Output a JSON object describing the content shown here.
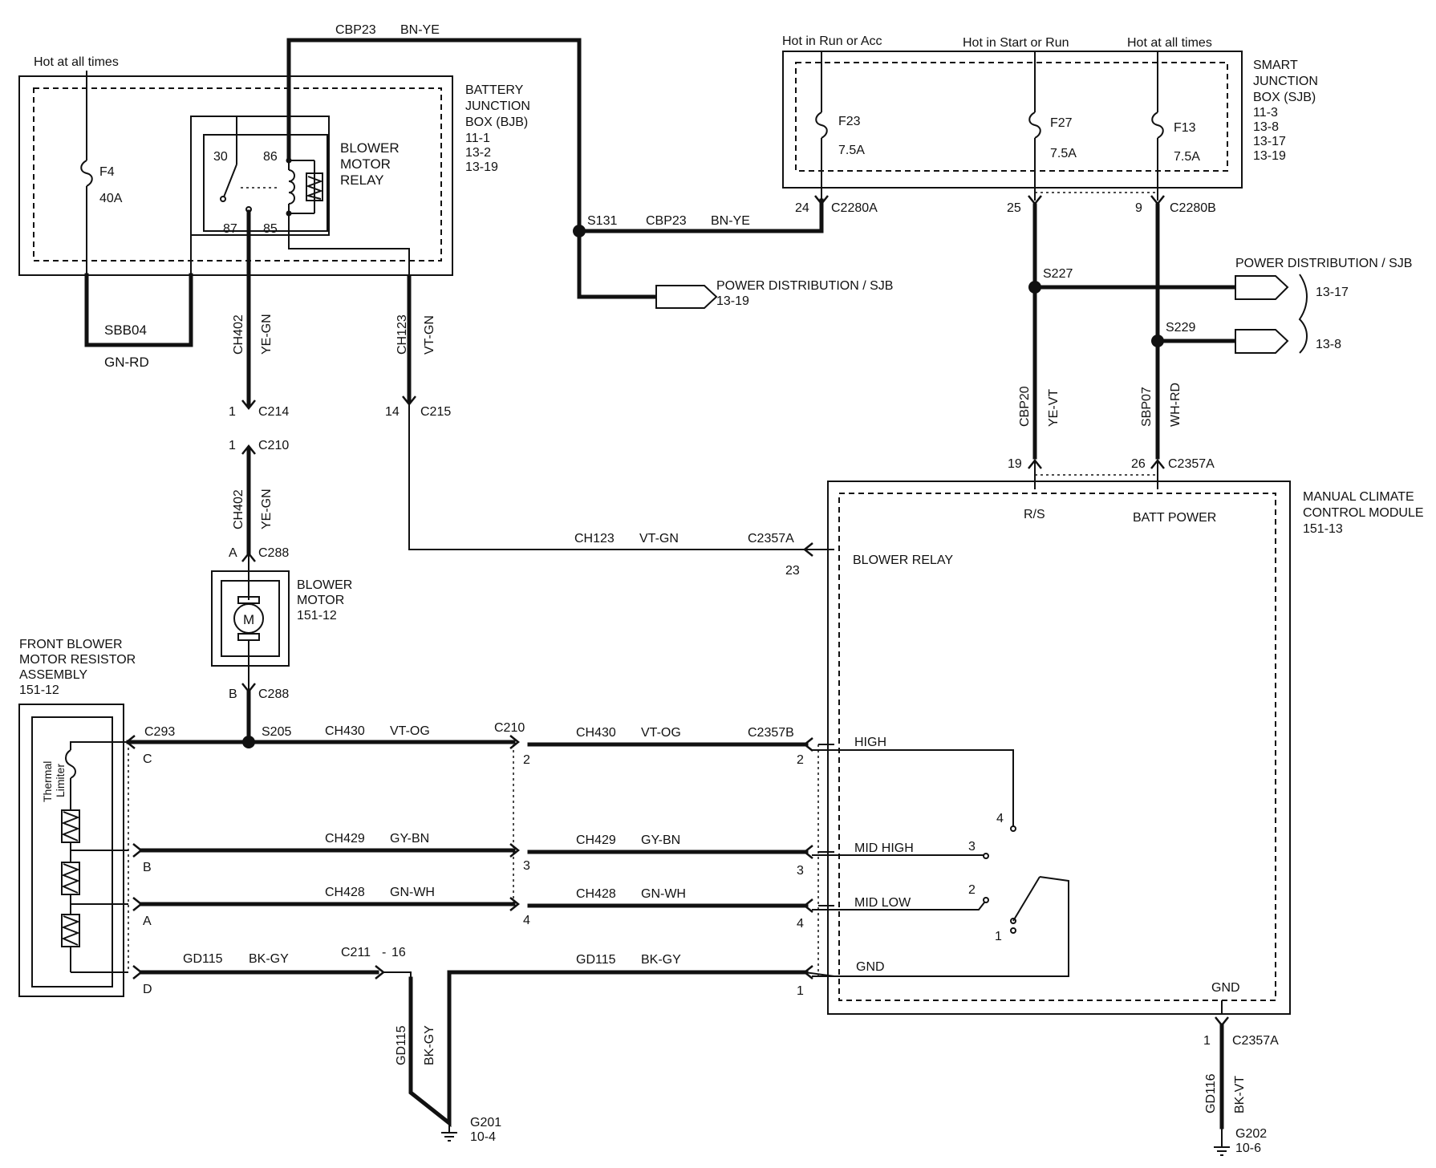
{
  "modules": {
    "bjb": {
      "name": [
        "BATTERY",
        "JUNCTION",
        "BOX (BJB)"
      ],
      "refs": [
        "11-1",
        "13-2",
        "13-19"
      ]
    },
    "sjb": {
      "name": [
        "SMART",
        "JUNCTION",
        "BOX (SJB)"
      ],
      "refs": [
        "11-3",
        "13-8",
        "13-17",
        "13-19"
      ]
    },
    "blower_motor_relay": {
      "name": [
        "BLOWER",
        "MOTOR",
        "RELAY"
      ],
      "pins": [
        "30",
        "86",
        "87",
        "85"
      ]
    },
    "blower_motor": {
      "name": [
        "BLOWER",
        "MOTOR"
      ],
      "ref": "151-12",
      "symbol": "M"
    },
    "resistor_assembly": {
      "name": [
        "FRONT BLOWER",
        "MOTOR RESISTOR",
        "ASSEMBLY"
      ],
      "ref": "151-12",
      "thermal_limiter": [
        "Thermal",
        "Limiter"
      ]
    },
    "climate_module": {
      "name": [
        "MANUAL CLIMATE",
        "CONTROL MODULE"
      ],
      "ref": "151-13",
      "inputs": [
        "R/S",
        "BATT POWER",
        "BLOWER RELAY",
        "HIGH",
        "MID HIGH",
        "MID LOW",
        "GND",
        "GND"
      ],
      "switch_positions": [
        "4",
        "3",
        "2",
        "1"
      ]
    }
  },
  "power_notes": {
    "hot_at_all_times_bjb": "Hot at all times",
    "hot_run_acc": "Hot in Run or Acc",
    "hot_start_run": "Hot in Start or Run",
    "hot_at_all_times_sjb": "Hot at all times"
  },
  "fuses": [
    {
      "id": "F4",
      "rating": "40A"
    },
    {
      "id": "F23",
      "rating": "7.5A"
    },
    {
      "id": "F27",
      "rating": "7.5A"
    },
    {
      "id": "F13",
      "rating": "7.5A"
    }
  ],
  "wires": {
    "cbp23_top": {
      "circuit": "CBP23",
      "color": "BN-YE"
    },
    "cbp23_s131": {
      "circuit": "CBP23",
      "color": "BN-YE"
    },
    "sbb04": {
      "circuit": "SBB04",
      "color": "GN-RD"
    },
    "ch402_upper": {
      "circuit": "CH402",
      "color": "YE-GN"
    },
    "ch402_lower": {
      "circuit": "CH402",
      "color": "YE-GN"
    },
    "ch123_vertical": {
      "circuit": "CH123",
      "color": "VT-GN"
    },
    "ch123_horizontal": {
      "circuit": "CH123",
      "color": "VT-GN"
    },
    "cbp20": {
      "circuit": "CBP20",
      "color": "YE-VT"
    },
    "sbp07": {
      "circuit": "SBP07",
      "color": "WH-RD"
    },
    "ch430_left": {
      "circuit": "CH430",
      "color": "VT-OG"
    },
    "ch430_right": {
      "circuit": "CH430",
      "color": "VT-OG"
    },
    "ch429_left": {
      "circuit": "CH429",
      "color": "GY-BN"
    },
    "ch429_right": {
      "circuit": "CH429",
      "color": "GY-BN"
    },
    "ch428_left": {
      "circuit": "CH428",
      "color": "GN-WH"
    },
    "ch428_right": {
      "circuit": "CH428",
      "color": "GN-WH"
    },
    "gd115_left": {
      "circuit": "GD115",
      "color": "BK-GY"
    },
    "gd115_right": {
      "circuit": "GD115",
      "color": "BK-GY"
    },
    "gd115_vertical": {
      "circuit": "GD115",
      "color": "BK-GY"
    },
    "gd116": {
      "circuit": "GD116",
      "color": "BK-VT"
    }
  },
  "splices": [
    "S131",
    "S227",
    "S229",
    "S205"
  ],
  "connectors": {
    "c2280a": {
      "id": "C2280A",
      "pin": "24"
    },
    "c2280b_25": {
      "pin": "25"
    },
    "c2280b": {
      "id": "C2280B",
      "pin": "9"
    },
    "c214": {
      "id": "C214",
      "pin": "1"
    },
    "c210_top": {
      "id": "C210",
      "pin": "1"
    },
    "c215": {
      "id": "C215",
      "pin": "14"
    },
    "c288_a": {
      "id": "C288",
      "pin": "A"
    },
    "c288_b": {
      "id": "C288",
      "pin": "B"
    },
    "c2357a_19": {
      "pin": "19"
    },
    "c2357a_26": {
      "id": "C2357A",
      "pin": "26"
    },
    "c2357a_23": {
      "id": "C2357A",
      "pin": "23"
    },
    "c2357a_1": {
      "id": "C2357A",
      "pin": "1"
    },
    "c293": {
      "id": "C293",
      "pins": [
        "C",
        "B",
        "A",
        "D"
      ]
    },
    "c210_mid": {
      "id": "C210",
      "pins": [
        "2",
        "3",
        "4"
      ]
    },
    "c2357b": {
      "id": "C2357B",
      "pins": [
        "2",
        "3",
        "4",
        "1"
      ]
    },
    "c211": {
      "id": "C211",
      "sep": "-",
      "pin": "16"
    }
  },
  "power_distribution": [
    {
      "label": "POWER DISTRIBUTION / SJB",
      "ref": "13-19"
    },
    {
      "label": "POWER DISTRIBUTION / SJB",
      "refs": [
        "13-17",
        "13-8"
      ]
    }
  ],
  "grounds": [
    {
      "id": "G201",
      "ref": "10-4"
    },
    {
      "id": "G202",
      "ref": "10-6"
    }
  ]
}
